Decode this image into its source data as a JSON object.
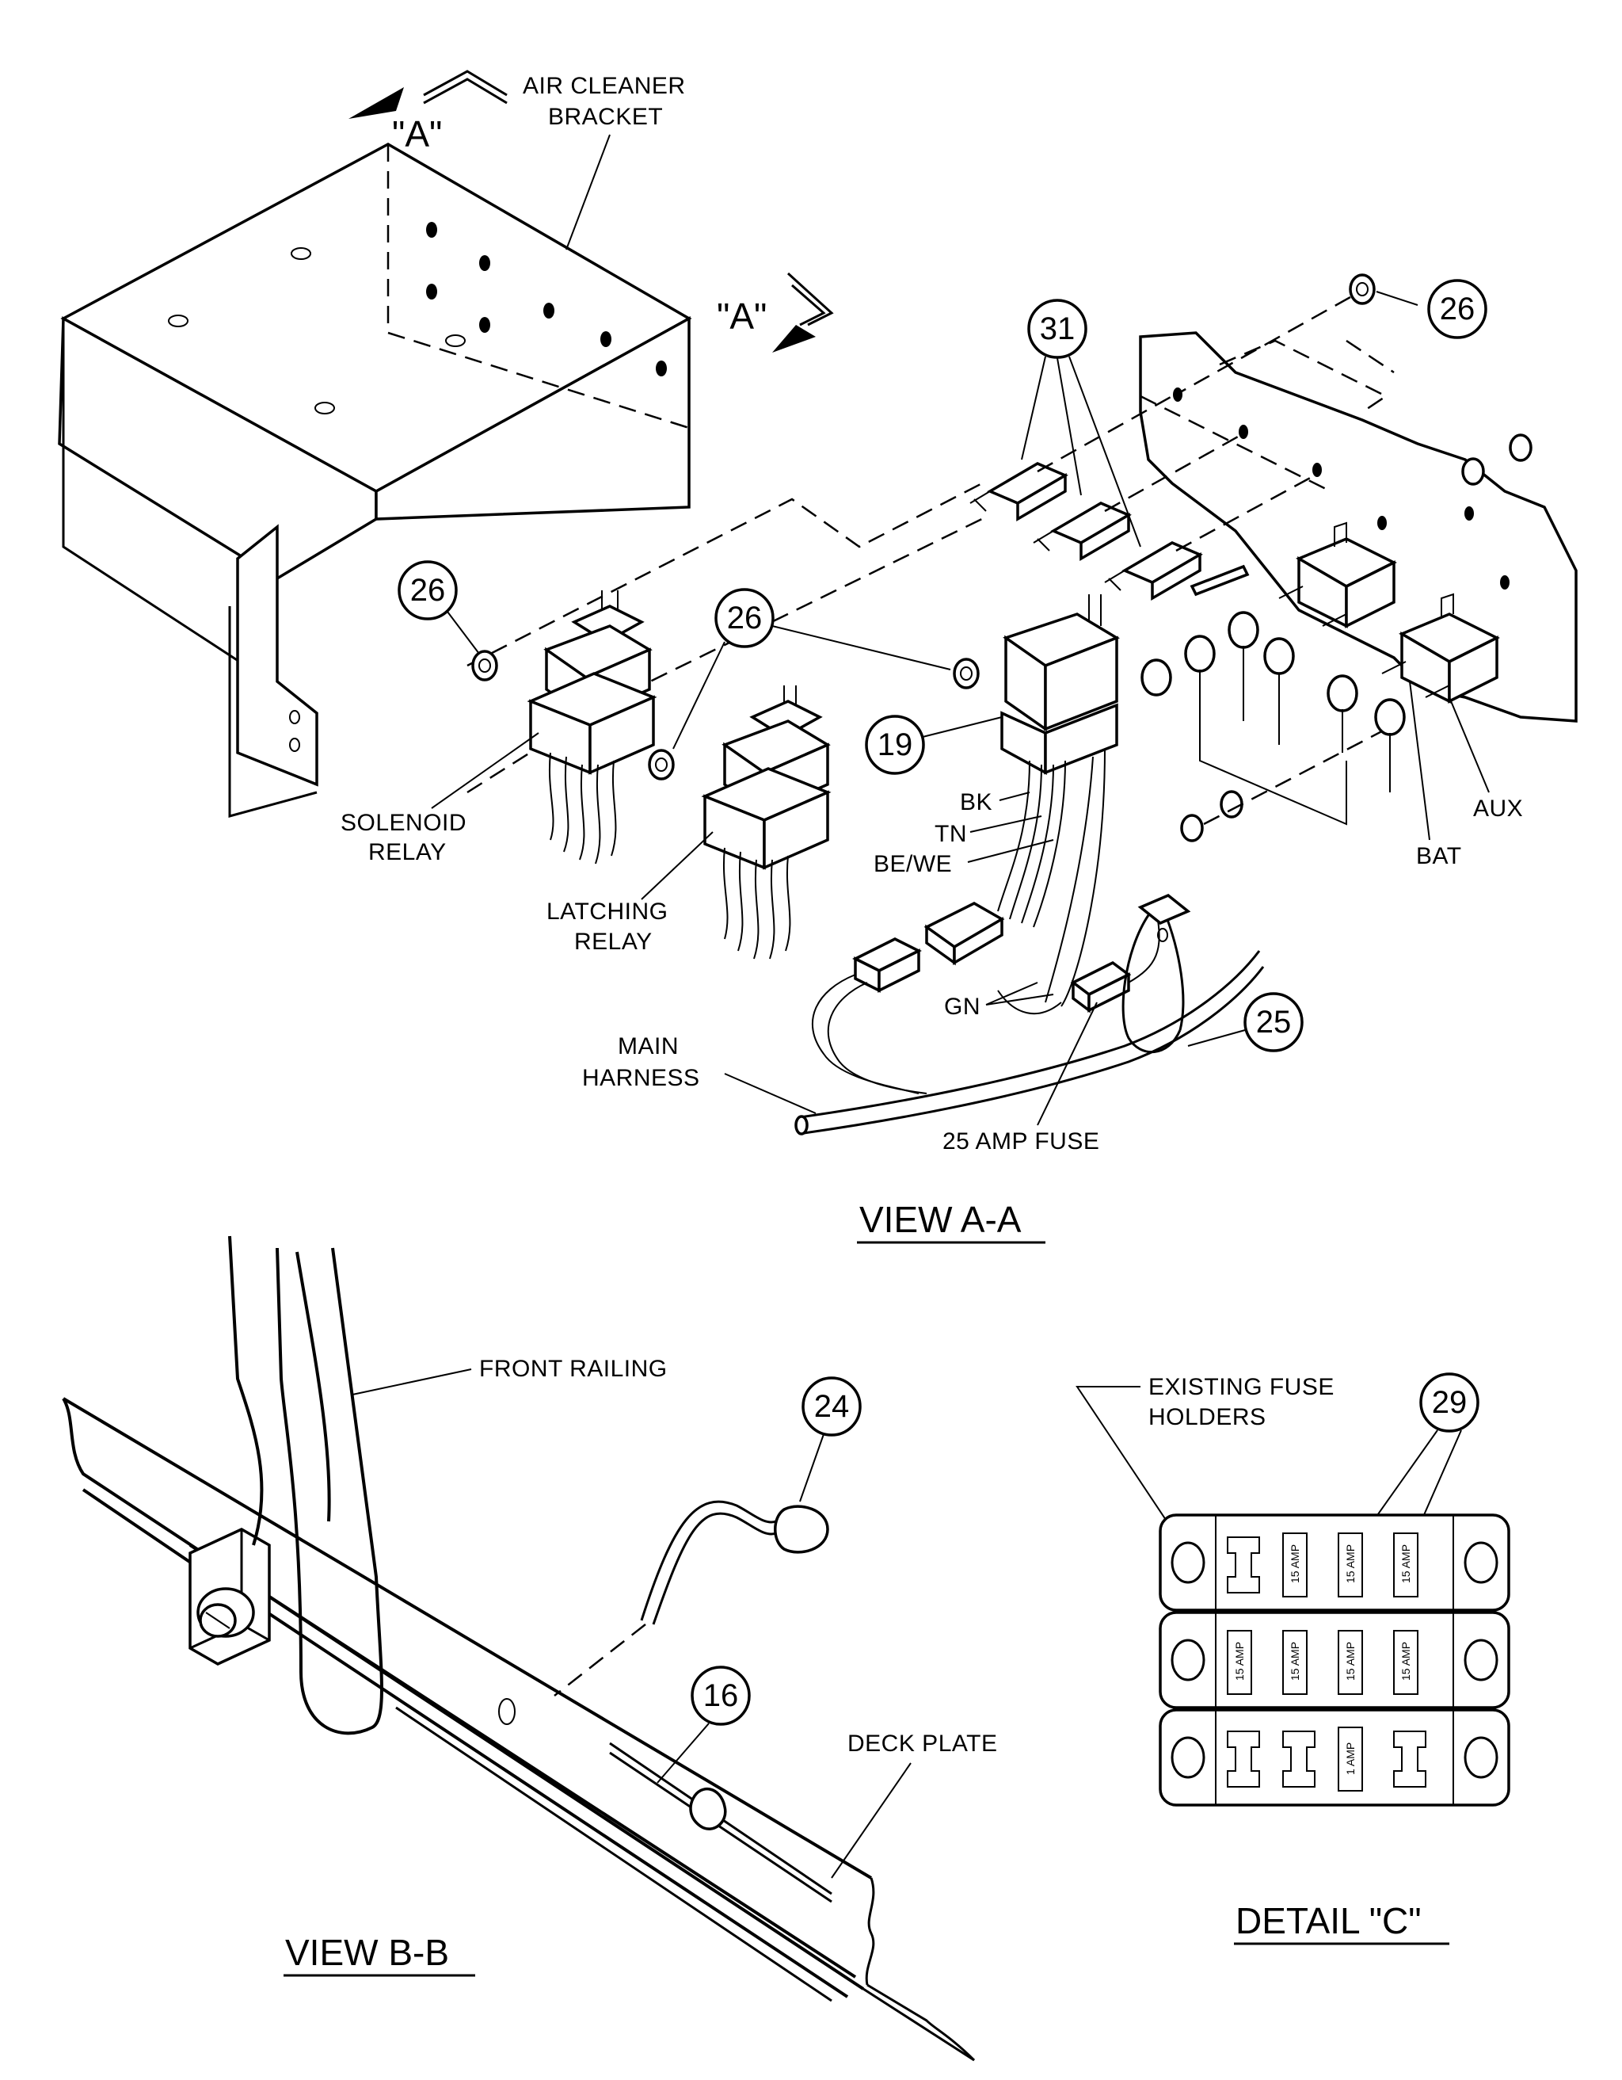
{
  "view_a": {
    "section_marker": "\"A\"",
    "bracket_label_line1": "AIR CLEANER",
    "bracket_label_line2": "BRACKET",
    "solenoid_relay_line1": "SOLENOID",
    "solenoid_relay_line2": "RELAY",
    "latching_relay_line1": "LATCHING",
    "latching_relay_line2": "RELAY",
    "wire_bk": "BK",
    "wire_tn": "TN",
    "wire_bewe": "BE/WE",
    "wire_gn": "GN",
    "main_harness_line1": "MAIN",
    "main_harness_line2": "HARNESS",
    "fuse_label": "25 AMP FUSE",
    "aux_label": "AUX",
    "bat_label": "BAT",
    "title": "VIEW A-A",
    "callouts": {
      "c31": "31",
      "c26": "26",
      "c19": "19",
      "c25": "25"
    }
  },
  "view_b": {
    "front_railing": "FRONT RAILING",
    "deck_plate": "DECK PLATE",
    "title": "VIEW B-B",
    "callouts": {
      "c24": "24",
      "c16": "16"
    }
  },
  "detail_c": {
    "existing_line1": "EXISTING FUSE",
    "existing_line2": "HOLDERS",
    "title": "DETAIL \"C\"",
    "callouts": {
      "c29": "29"
    },
    "fuse_15": "15 AMP",
    "fuse_1": "1 AMP"
  }
}
